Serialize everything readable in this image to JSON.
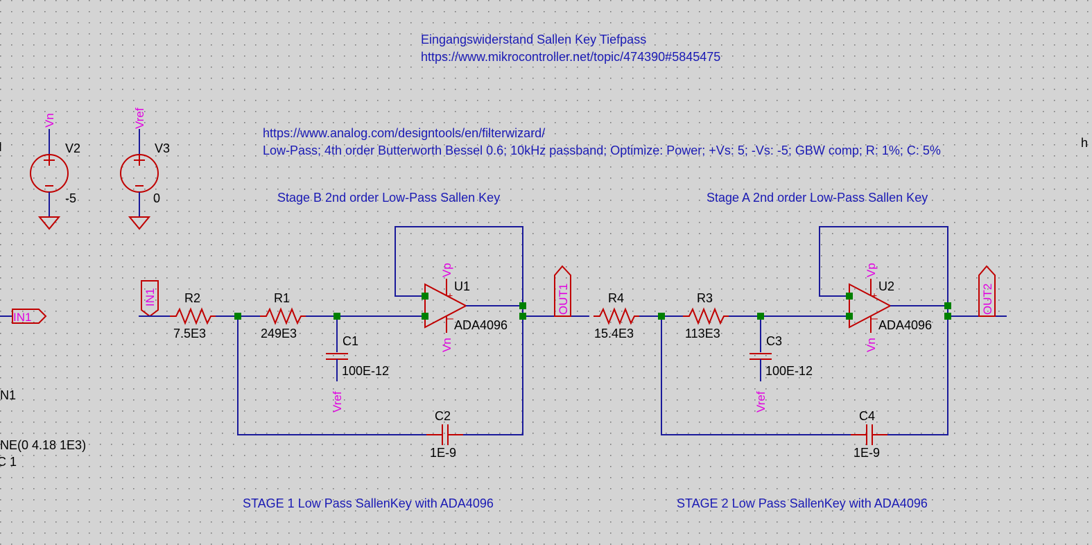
{
  "notes": {
    "title": "Eingangswiderstand Sallen Key Tiefpass",
    "forum_url": "https://www.mikrocontroller.net/topic/474390#5845475",
    "wizard_url": "https://www.analog.com/designtools/en/filterwizard/",
    "wizard_params": "Low-Pass; 4th order Butterworth Bessel 0.6; 10kHz passband; Optimize: Power; +Vs: 5; -Vs: -5; GBW comp; R: 1%; C: 5%",
    "stage_b": "Stage B 2nd order Low-Pass Sallen Key",
    "stage_a": "Stage A 2nd order Low-Pass Sallen Key",
    "stage1": "STAGE 1 Low Pass SallenKey with ADA4096",
    "stage2": "STAGE 2 Low Pass SallenKey with ADA4096",
    "edge_right": "h"
  },
  "sources": {
    "v2": {
      "name": "V2",
      "value": "-5",
      "net": "Vn"
    },
    "v3": {
      "name": "V3",
      "value": "0",
      "net": "Vref"
    }
  },
  "left_partial": {
    "edge_mark": "I",
    "in_name": "N1",
    "sine": "NE(0 4.18 1E3)",
    "ac": "C 1"
  },
  "stage1": {
    "r2": {
      "name": "R2",
      "value": "7.5E3"
    },
    "r1": {
      "name": "R1",
      "value": "249E3"
    },
    "c1": {
      "name": "C1",
      "value": "100E-12",
      "net": "Vref"
    },
    "c2": {
      "name": "C2",
      "value": "1E-9"
    },
    "u1": {
      "name": "U1",
      "part": "ADA4096",
      "vp": "Vp",
      "vn": "Vn"
    }
  },
  "stage2": {
    "r4": {
      "name": "R4",
      "value": "15.4E3"
    },
    "r3": {
      "name": "R3",
      "value": "113E3"
    },
    "c3": {
      "name": "C3",
      "value": "100E-12",
      "net": "Vref"
    },
    "c4": {
      "name": "C4",
      "value": "1E-9"
    },
    "u2": {
      "name": "U2",
      "part": "ADA4096",
      "vp": "Vp",
      "vn": "Vn"
    }
  },
  "flags": {
    "in1": "IN1",
    "out1": "OUT1",
    "out2": "OUT2"
  }
}
